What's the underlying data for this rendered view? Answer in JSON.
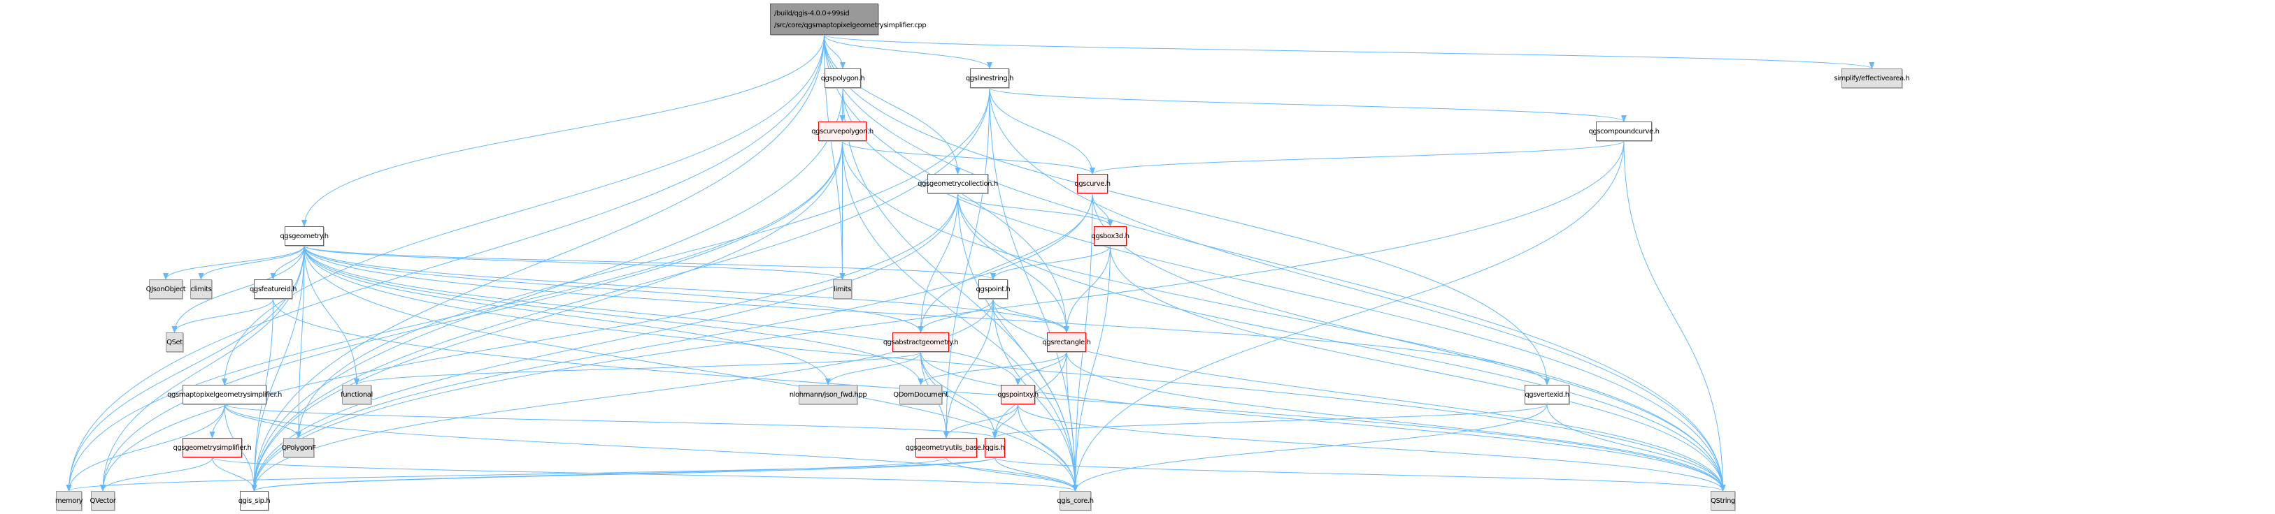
{
  "graph": {
    "title_line1": "/build/qgis-4.0.0+99sid",
    "title_line2": "/src/core/qgsmaptopixelgeometrysimplifier.cpp",
    "edge_color": "#63b8ff",
    "nodes": [
      {
        "id": "qgspolygon",
        "label": "qgspolygon.h",
        "kind": "normal"
      },
      {
        "id": "qgslinestring",
        "label": "qgslinestring.h",
        "kind": "normal"
      },
      {
        "id": "qgscurvepolygon",
        "label": "qgscurvepolygon.h",
        "kind": "red"
      },
      {
        "id": "qgsgeometrycollection",
        "label": "qgsgeometrycollection.h",
        "kind": "normal"
      },
      {
        "id": "qgscurve",
        "label": "qgscurve.h",
        "kind": "red"
      },
      {
        "id": "qgsbox3d",
        "label": "qgsbox3d.h",
        "kind": "red"
      },
      {
        "id": "qgscompoundcurve",
        "label": "qgscompoundcurve.h",
        "kind": "normal"
      },
      {
        "id": "effectivearea",
        "label": "simplify/effectivearea.h",
        "kind": "external"
      },
      {
        "id": "qgsgeometry",
        "label": "qgsgeometry.h",
        "kind": "normal"
      },
      {
        "id": "QJsonObject",
        "label": "QJsonObject",
        "kind": "external"
      },
      {
        "id": "climits",
        "label": "climits",
        "kind": "external"
      },
      {
        "id": "qgsfeatureid",
        "label": "qgsfeatureid.h",
        "kind": "normal"
      },
      {
        "id": "QSet",
        "label": "QSet",
        "kind": "external"
      },
      {
        "id": "qgsmaptopixel",
        "label": "qgsmaptopixelgeometrysimplifier.h",
        "kind": "normal"
      },
      {
        "id": "qgsgeometrysimplifier",
        "label": "qgsgeometrysimplifier.h",
        "kind": "red"
      },
      {
        "id": "QPolygonF",
        "label": "QPolygonF",
        "kind": "external"
      },
      {
        "id": "memory",
        "label": "memory",
        "kind": "external"
      },
      {
        "id": "QVector",
        "label": "QVector",
        "kind": "external"
      },
      {
        "id": "qgis_sip",
        "label": "qgis_sip.h",
        "kind": "normal"
      },
      {
        "id": "functional",
        "label": "functional",
        "kind": "external"
      },
      {
        "id": "limits",
        "label": "limits",
        "kind": "external"
      },
      {
        "id": "qgspoint",
        "label": "qgspoint.h",
        "kind": "normal"
      },
      {
        "id": "qgsabstractgeometry",
        "label": "qgsabstractgeometry.h",
        "kind": "red"
      },
      {
        "id": "qgsrectangle",
        "label": "qgsrectangle.h",
        "kind": "red"
      },
      {
        "id": "nlohmann",
        "label": "nlohmann/json_fwd.hpp",
        "kind": "external"
      },
      {
        "id": "QDomDocument",
        "label": "QDomDocument",
        "kind": "external"
      },
      {
        "id": "qgspointxy",
        "label": "qgspointxy.h",
        "kind": "red"
      },
      {
        "id": "qgsgeometryutils_base",
        "label": "qgsgeometryutils_base.h",
        "kind": "red"
      },
      {
        "id": "qgis",
        "label": "qgis.h",
        "kind": "red"
      },
      {
        "id": "qgis_core",
        "label": "qgis_core.h",
        "kind": "external"
      },
      {
        "id": "qgsvertexid",
        "label": "qgsvertexid.h",
        "kind": "normal"
      },
      {
        "id": "QString",
        "label": "QString",
        "kind": "external"
      }
    ],
    "edges": [
      [
        "root",
        "memory"
      ],
      [
        "root",
        "qgis_sip"
      ],
      [
        "root",
        "qgsgeometry"
      ],
      [
        "root",
        "qgsmaptopixel"
      ],
      [
        "root",
        "qgspolygon"
      ],
      [
        "root",
        "qgslinestring"
      ],
      [
        "root",
        "qgsgeometrycollection"
      ],
      [
        "root",
        "limits"
      ],
      [
        "root",
        "effectivearea"
      ],
      [
        "root",
        "qgsvertexid"
      ],
      [
        "root",
        "qgsrectangle"
      ],
      [
        "root",
        "QString"
      ],
      [
        "qgspolygon",
        "qgscurvepolygon"
      ],
      [
        "qgspolygon",
        "qgis_core"
      ],
      [
        "qgspolygon",
        "qgis_sip"
      ],
      [
        "qgspolygon",
        "QString"
      ],
      [
        "qgscurvepolygon",
        "qgscurve"
      ],
      [
        "qgscurvepolygon",
        "limits"
      ],
      [
        "qgscurvepolygon",
        "memory"
      ],
      [
        "qgscurvepolygon",
        "qgis_sip"
      ],
      [
        "qgscurvepolygon",
        "qgis_core"
      ],
      [
        "qgscurvepolygon",
        "QString"
      ],
      [
        "qgscurvepolygon",
        "QVector"
      ],
      [
        "qgslinestring",
        "qgscurve"
      ],
      [
        "qgslinestring",
        "qgscompoundcurve"
      ],
      [
        "qgslinestring",
        "qgis_core"
      ],
      [
        "qgslinestring",
        "QString"
      ],
      [
        "qgslinestring",
        "QPolygonF"
      ],
      [
        "qgslinestring",
        "qgis_sip"
      ],
      [
        "qgslinestring",
        "qgsgeometryutils_base"
      ],
      [
        "qgscompoundcurve",
        "qgscurve"
      ],
      [
        "qgscompoundcurve",
        "qgis_core"
      ],
      [
        "qgscompoundcurve",
        "QString"
      ],
      [
        "qgscompoundcurve",
        "qgis_sip"
      ],
      [
        "qgsgeometrycollection",
        "qgsabstractgeometry"
      ],
      [
        "qgsgeometrycollection",
        "qgsrectangle"
      ],
      [
        "qgsgeometrycollection",
        "qgsbox3d"
      ],
      [
        "qgsgeometrycollection",
        "QVector"
      ],
      [
        "qgsgeometrycollection",
        "qgis_sip"
      ],
      [
        "qgsgeometrycollection",
        "qgis_core"
      ],
      [
        "qgsgeometrycollection",
        "QString"
      ],
      [
        "qgscurve",
        "qgsbox3d"
      ],
      [
        "qgscurve",
        "qgsabstractgeometry"
      ],
      [
        "qgscurve",
        "qgis_core"
      ],
      [
        "qgscurve",
        "qgis_sip"
      ],
      [
        "qgscurve",
        "QString"
      ],
      [
        "qgsbox3d",
        "qgspoint"
      ],
      [
        "qgsbox3d",
        "qgsrectangle"
      ],
      [
        "qgsbox3d",
        "qgis_core"
      ],
      [
        "qgsbox3d",
        "QString"
      ],
      [
        "qgsgeometry",
        "QJsonObject"
      ],
      [
        "qgsgeometry",
        "climits"
      ],
      [
        "qgsgeometry",
        "qgsfeatureid"
      ],
      [
        "qgsgeometry",
        "QSet"
      ],
      [
        "qgsgeometry",
        "memory"
      ],
      [
        "qgsgeometry",
        "QVector"
      ],
      [
        "qgsgeometry",
        "qgis_sip"
      ],
      [
        "qgsgeometry",
        "functional"
      ],
      [
        "qgsgeometry",
        "limits"
      ],
      [
        "qgsgeometry",
        "qgspoint"
      ],
      [
        "qgsgeometry",
        "qgsabstractgeometry"
      ],
      [
        "qgsgeometry",
        "nlohmann"
      ],
      [
        "qgsgeometry",
        "QDomDocument"
      ],
      [
        "qgsgeometry",
        "qgspointxy"
      ],
      [
        "qgsgeometry",
        "qgis_core"
      ],
      [
        "qgsgeometry",
        "qgsvertexid"
      ],
      [
        "qgsgeometry",
        "QString"
      ],
      [
        "qgsgeometry",
        "qgsrectangle"
      ],
      [
        "qgsgeometry",
        "QPolygonF"
      ],
      [
        "qgsfeatureid",
        "QSet"
      ],
      [
        "qgsfeatureid",
        "qgis_sip"
      ],
      [
        "qgsfeatureid",
        "QString"
      ],
      [
        "qgspoint",
        "qgsabstractgeometry"
      ],
      [
        "qgspoint",
        "qgsrectangle"
      ],
      [
        "qgspoint",
        "qgis_core"
      ],
      [
        "qgspoint",
        "qgis_sip"
      ],
      [
        "qgspoint",
        "qgsgeometryutils_base"
      ],
      [
        "qgspoint",
        "QString"
      ],
      [
        "qgsabstractgeometry",
        "functional"
      ],
      [
        "qgsabstractgeometry",
        "nlohmann"
      ],
      [
        "qgsabstractgeometry",
        "qgis"
      ],
      [
        "qgsabstractgeometry",
        "qgsgeometryutils_base"
      ],
      [
        "qgsabstractgeometry",
        "qgis_core"
      ],
      [
        "qgsabstractgeometry",
        "QString"
      ],
      [
        "qgsrectangle",
        "QDomDocument"
      ],
      [
        "qgsrectangle",
        "qgspointxy"
      ],
      [
        "qgsrectangle",
        "qgis"
      ],
      [
        "qgsrectangle",
        "qgis_core"
      ],
      [
        "qgsrectangle",
        "QString"
      ],
      [
        "qgspointxy",
        "qgis"
      ],
      [
        "qgspointxy",
        "qgsgeometryutils_base"
      ],
      [
        "qgspointxy",
        "qgis_core"
      ],
      [
        "qgspointxy",
        "QString"
      ],
      [
        "qgsgeometryutils_base",
        "qgis_core"
      ],
      [
        "qgsgeometryutils_base",
        "qgis_sip"
      ],
      [
        "qgis",
        "qgis_core"
      ],
      [
        "qgis",
        "qgis_sip"
      ],
      [
        "qgis",
        "QString"
      ],
      [
        "qgis",
        "memory"
      ],
      [
        "qgsvertexid",
        "qgis"
      ],
      [
        "qgsvertexid",
        "qgis_core"
      ],
      [
        "qgsvertexid",
        "QString"
      ],
      [
        "qgsmaptopixel",
        "memory"
      ],
      [
        "qgsmaptopixel",
        "qgsgeometrysimplifier"
      ],
      [
        "qgsmaptopixel",
        "QPolygonF"
      ],
      [
        "qgsmaptopixel",
        "qgis_sip"
      ],
      [
        "qgsmaptopixel",
        "qgis_core"
      ],
      [
        "qgsmaptopixel",
        "qgis"
      ],
      [
        "qgsgeometrysimplifier",
        "qgis_sip"
      ],
      [
        "qgsgeometrysimplifier",
        "QVector"
      ],
      [
        "qgsgeometrysimplifier",
        "qgis_core"
      ]
    ]
  }
}
